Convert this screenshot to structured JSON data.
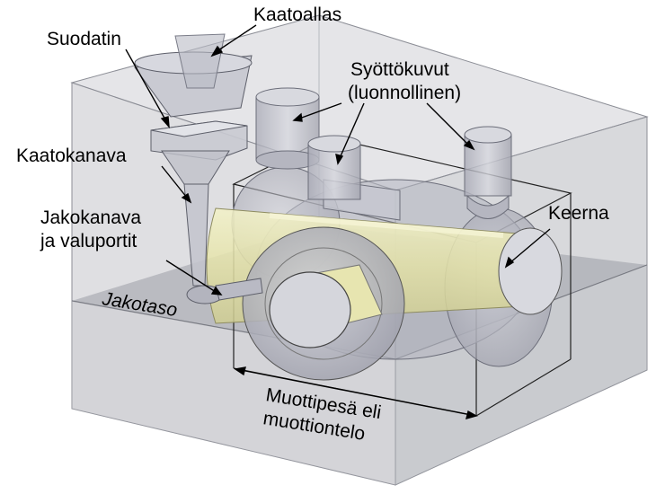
{
  "labels": {
    "pouring_basin": "Kaatoallas",
    "filter": "Suodatin",
    "risers_line1": "Syöttökuvut",
    "risers_line2": "(luonnollinen)",
    "sprue": "Kaatokanava",
    "core": "Keerna",
    "runner_line1": "Jakokanava",
    "runner_line2": "ja valuportit",
    "parting_plane": "Jakotaso",
    "cavity_line1": "Muottipesä eli",
    "cavity_line2": "muottiontelo"
  },
  "colors": {
    "mold_fill": "#c8c9ce",
    "mold_edge": "#8c8e96",
    "core_fill": "#e9e7b0",
    "casting_fill": "#b9bac6"
  }
}
